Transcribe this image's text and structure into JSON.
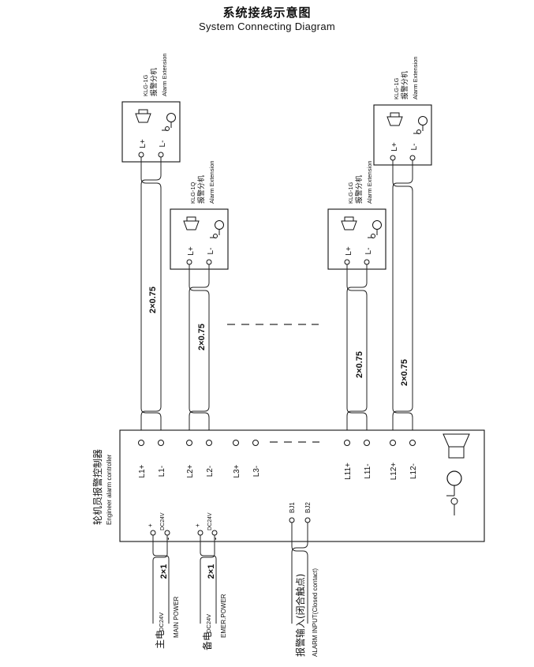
{
  "title": "系统接线示意图",
  "subtitle": "System Connecting Diagram",
  "extension": {
    "model": "KLG-1G",
    "model_alt": "KLG-1Q",
    "name_cn": "报警分机",
    "name_en": "Alarm Extension",
    "term_pos": "L+",
    "term_neg": "L-"
  },
  "cable_label": "2×0.75",
  "power_cable_label": "2×1",
  "controller": {
    "name_cn": "轮机员报警控制器",
    "name_en": "Engineer alarm controller",
    "terminals": [
      "L1+",
      "L1-",
      "L2+",
      "L2-",
      "L3+",
      "L3-",
      "L11+",
      "L11-",
      "L12+",
      "L12-"
    ],
    "dc_label": "DC24V",
    "plus": "+",
    "minus": "-",
    "bj1": "BJ1",
    "bj2": "BJ2"
  },
  "main_power": {
    "cn": "主电",
    "dc": "DC24V",
    "en": "MAIN POWER"
  },
  "emer_power": {
    "cn": "备电",
    "dc": "DC24V",
    "en": "EMER.POWER"
  },
  "alarm_input": {
    "cn": "报警输入(闭合触点)",
    "en": "ALARM INPUT(Closed contact)"
  },
  "colors": {
    "line": "#222222",
    "background": "#ffffff"
  }
}
